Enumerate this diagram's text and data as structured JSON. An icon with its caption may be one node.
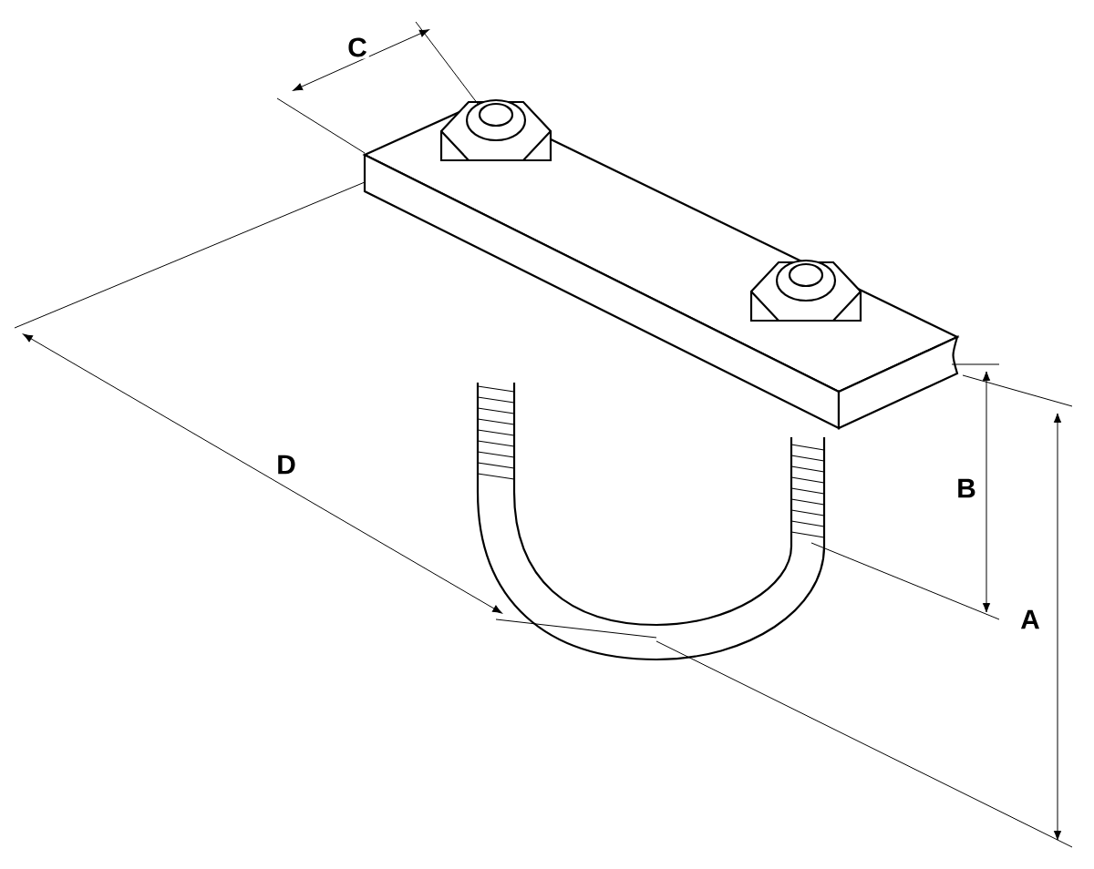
{
  "diagram": {
    "labels": [
      "C",
      "D",
      "B",
      "A"
    ]
  }
}
